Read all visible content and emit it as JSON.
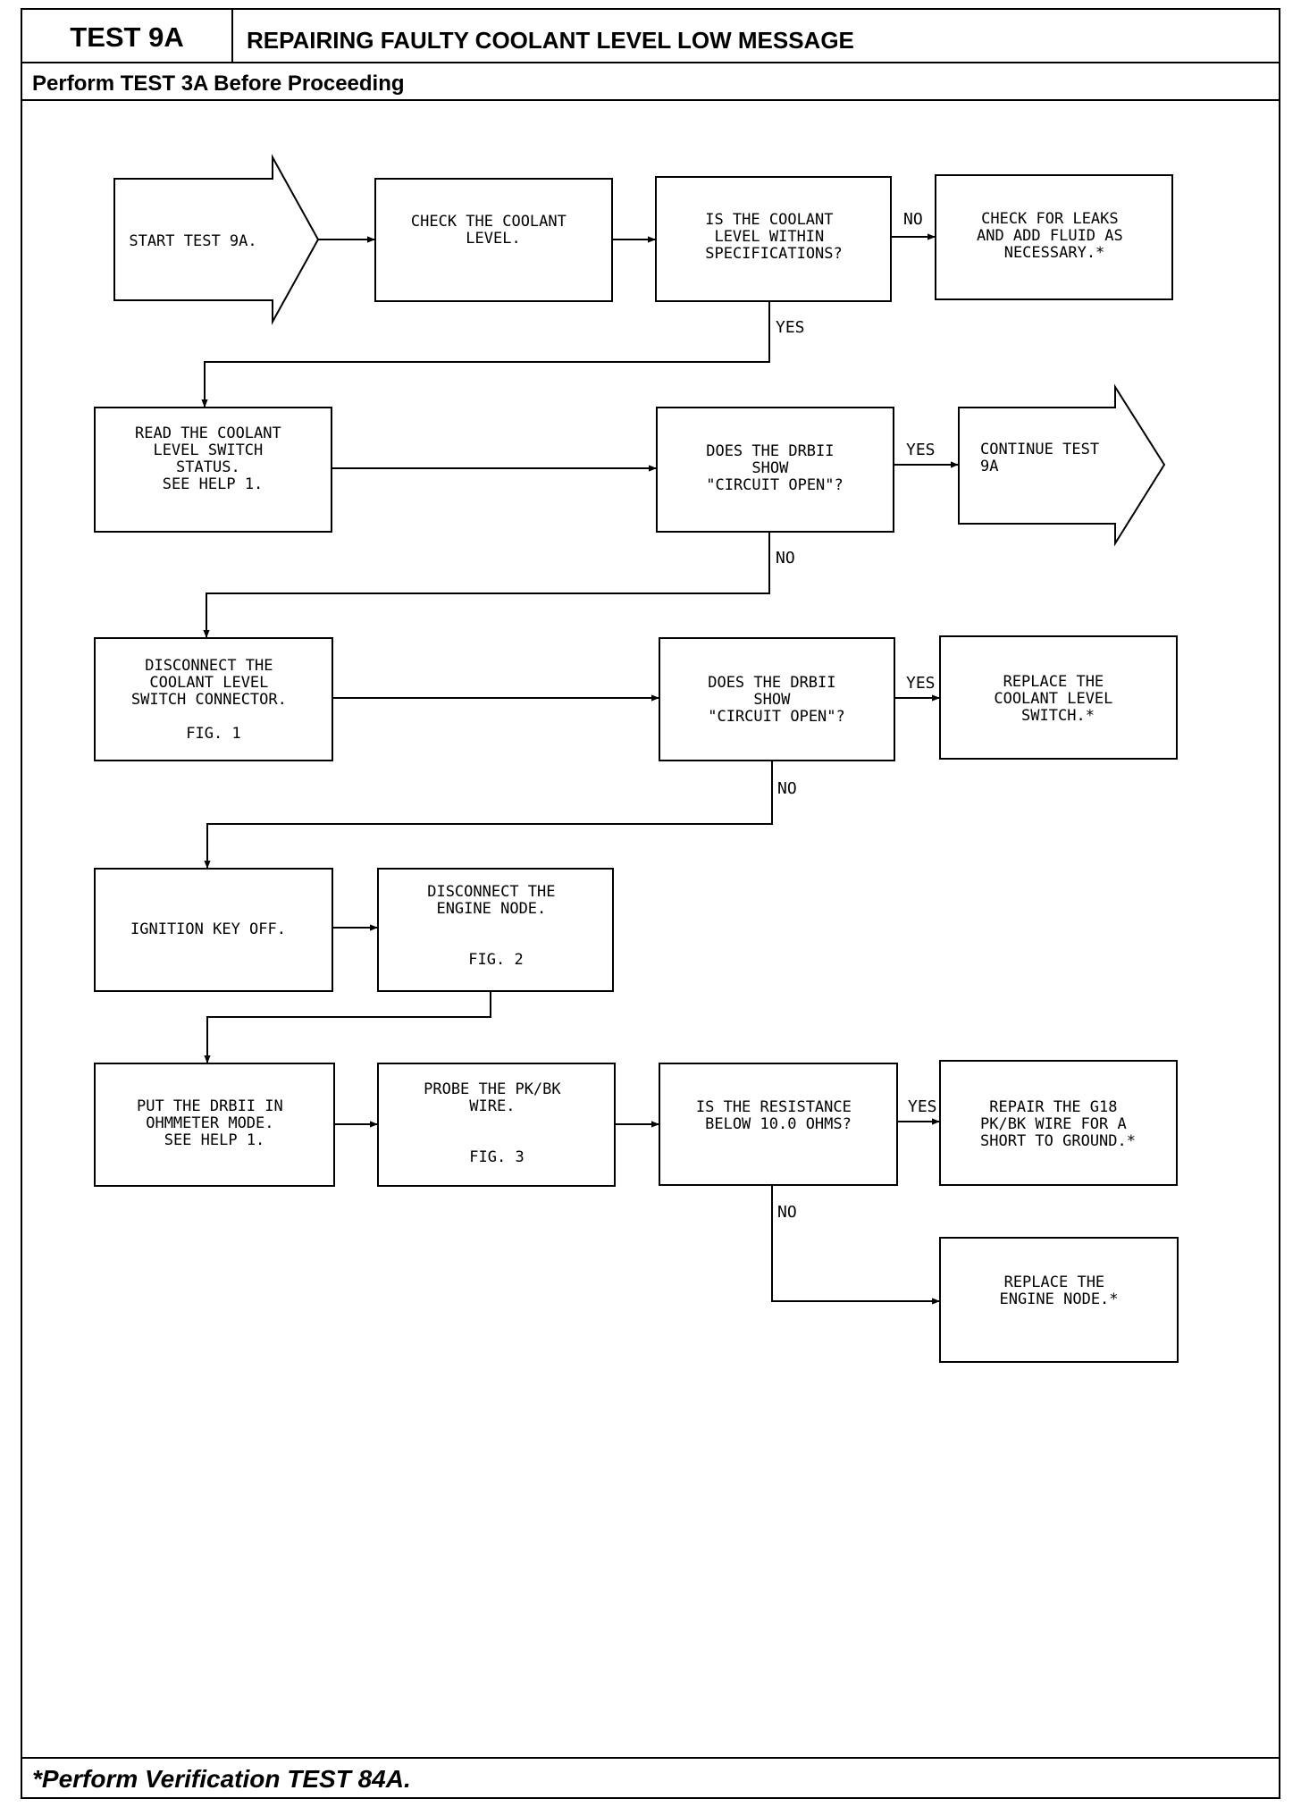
{
  "header": {
    "test_id": "TEST 9A",
    "title": "REPAIRING FAULTY COOLANT LEVEL LOW MESSAGE",
    "prerequisite": "Perform TEST 3A Before Proceeding"
  },
  "footer": {
    "note": "*Perform Verification TEST 84A."
  },
  "nodes": [
    {
      "id": "start",
      "shape": "arrow",
      "lines": [
        "START TEST 9A."
      ]
    },
    {
      "id": "check_level",
      "shape": "box",
      "lines": [
        "CHECK THE COOLANT",
        "LEVEL."
      ]
    },
    {
      "id": "within_spec",
      "shape": "box",
      "lines": [
        "IS THE COOLANT",
        "LEVEL WITHIN",
        "SPECIFICATIONS?"
      ]
    },
    {
      "id": "check_leaks",
      "shape": "box",
      "lines": [
        "CHECK FOR LEAKS",
        "AND ADD FLUID AS",
        "NECESSARY.*"
      ]
    },
    {
      "id": "read_status",
      "shape": "box",
      "lines": [
        "READ THE COOLANT",
        "LEVEL SWITCH",
        "STATUS.",
        "SEE HELP 1."
      ]
    },
    {
      "id": "drb_open_1",
      "shape": "box",
      "lines": [
        "DOES THE DRBII",
        "SHOW",
        "\"CIRCUIT OPEN\"?"
      ]
    },
    {
      "id": "continue",
      "shape": "arrow",
      "lines": [
        "CONTINUE TEST",
        "9A"
      ]
    },
    {
      "id": "disconnect_switch",
      "shape": "box",
      "lines": [
        "DISCONNECT THE",
        "COOLANT LEVEL",
        "SWITCH CONNECTOR.",
        "",
        "FIG. 1"
      ]
    },
    {
      "id": "drb_open_2",
      "shape": "box",
      "lines": [
        "DOES THE DRBII",
        "SHOW",
        "\"CIRCUIT OPEN\"?"
      ]
    },
    {
      "id": "replace_switch",
      "shape": "box",
      "lines": [
        "REPLACE THE",
        "COOLANT LEVEL",
        "SWITCH.*"
      ]
    },
    {
      "id": "ign_off",
      "shape": "box",
      "lines": [
        "IGNITION KEY OFF."
      ]
    },
    {
      "id": "disconnect_node",
      "shape": "box",
      "lines": [
        "DISCONNECT THE",
        "ENGINE NODE.",
        "",
        "",
        "FIG. 2"
      ]
    },
    {
      "id": "ohmmeter",
      "shape": "box",
      "lines": [
        "PUT THE DRBII IN",
        "OHMMETER MODE.",
        "SEE HELP 1."
      ]
    },
    {
      "id": "probe",
      "shape": "box",
      "lines": [
        "PROBE THE PK/BK",
        "WIRE.",
        "",
        "",
        "FIG. 3"
      ]
    },
    {
      "id": "resistance",
      "shape": "box",
      "lines": [
        "IS THE RESISTANCE",
        "BELOW 10.0 OHMS?"
      ]
    },
    {
      "id": "repair_wire",
      "shape": "box",
      "lines": [
        "REPAIR THE G18",
        "PK/BK WIRE FOR A",
        "SHORT TO GROUND.*"
      ]
    },
    {
      "id": "replace_node",
      "shape": "box",
      "lines": [
        "REPLACE THE",
        "ENGINE NODE.*"
      ]
    }
  ],
  "edges": [
    {
      "from": "start",
      "to": "check_level",
      "label": ""
    },
    {
      "from": "check_level",
      "to": "within_spec",
      "label": ""
    },
    {
      "from": "within_spec",
      "to": "check_leaks",
      "label": "NO"
    },
    {
      "from": "within_spec",
      "to": "read_status",
      "label": "YES"
    },
    {
      "from": "read_status",
      "to": "drb_open_1",
      "label": ""
    },
    {
      "from": "drb_open_1",
      "to": "continue",
      "label": "YES"
    },
    {
      "from": "drb_open_1",
      "to": "disconnect_switch",
      "label": "NO"
    },
    {
      "from": "disconnect_switch",
      "to": "drb_open_2",
      "label": ""
    },
    {
      "from": "drb_open_2",
      "to": "replace_switch",
      "label": "YES"
    },
    {
      "from": "drb_open_2",
      "to": "ign_off",
      "label": "NO"
    },
    {
      "from": "ign_off",
      "to": "disconnect_node",
      "label": ""
    },
    {
      "from": "disconnect_node",
      "to": "ohmmeter",
      "label": ""
    },
    {
      "from": "ohmmeter",
      "to": "probe",
      "label": ""
    },
    {
      "from": "probe",
      "to": "resistance",
      "label": ""
    },
    {
      "from": "resistance",
      "to": "repair_wire",
      "label": "YES"
    },
    {
      "from": "resistance",
      "to": "replace_node",
      "label": "NO"
    }
  ]
}
